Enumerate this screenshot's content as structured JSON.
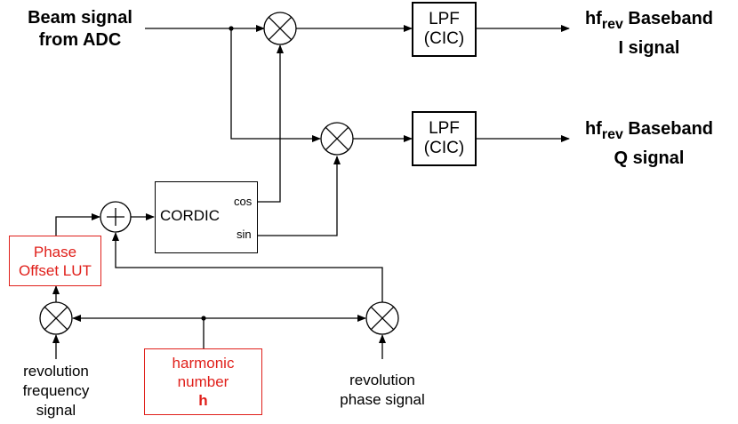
{
  "inputs": {
    "beam_line1": "Beam signal",
    "beam_line2": "from ADC"
  },
  "outputs": {
    "i_hf": "hf",
    "i_sub": "rev",
    "i_suffix": " Baseband",
    "i_line2": "I signal",
    "q_hf": "hf",
    "q_sub": "rev",
    "q_suffix": " Baseband",
    "q_line2": "Q signal"
  },
  "blocks": {
    "lpf_top_line1": "LPF",
    "lpf_top_line2": "(CIC)",
    "lpf_bot_line1": "LPF",
    "lpf_bot_line2": "(CIC)",
    "cordic": "CORDIC",
    "cordic_cos": "cos",
    "cordic_sin": "sin",
    "phase_lut_line1": "Phase",
    "phase_lut_line2": "Offset LUT",
    "harmonic_line1": "harmonic",
    "harmonic_line2": "number",
    "harmonic_line3": "h"
  },
  "signals": {
    "rev_freq_line1": "revolution",
    "rev_freq_line2": "frequency",
    "rev_freq_line3": "signal",
    "rev_phase_line1": "revolution",
    "rev_phase_line2": "phase signal"
  },
  "colors": {
    "line": "#000000",
    "highlight": "#e0201b"
  }
}
